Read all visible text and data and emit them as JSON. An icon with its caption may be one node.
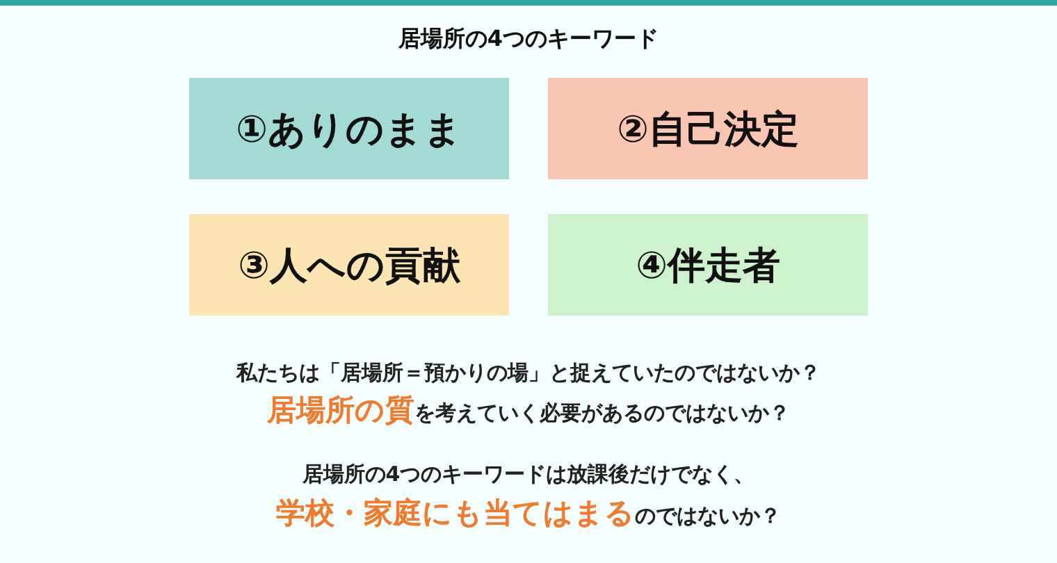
{
  "diagram": {
    "title": "居場所の4つのキーワード",
    "nodes": [
      {
        "text": [
          "①ありのまま"
        ]
      },
      {
        "text": [
          "②自己決定"
        ]
      },
      {
        "text": [
          "③人への貢献"
        ]
      },
      {
        "text": [
          "④伴走者"
        ]
      }
    ],
    "labels": [
      "私たちは「居場所＝預かりの場」と捉えていたのではないか？",
      "**居場所の質**を考えていく必要があるのではないか？",
      "居場所の4つのキーワードは放課後だけでなく、",
      "**学校・家庭にも当てはまる**のではないか？"
    ]
  }
}
